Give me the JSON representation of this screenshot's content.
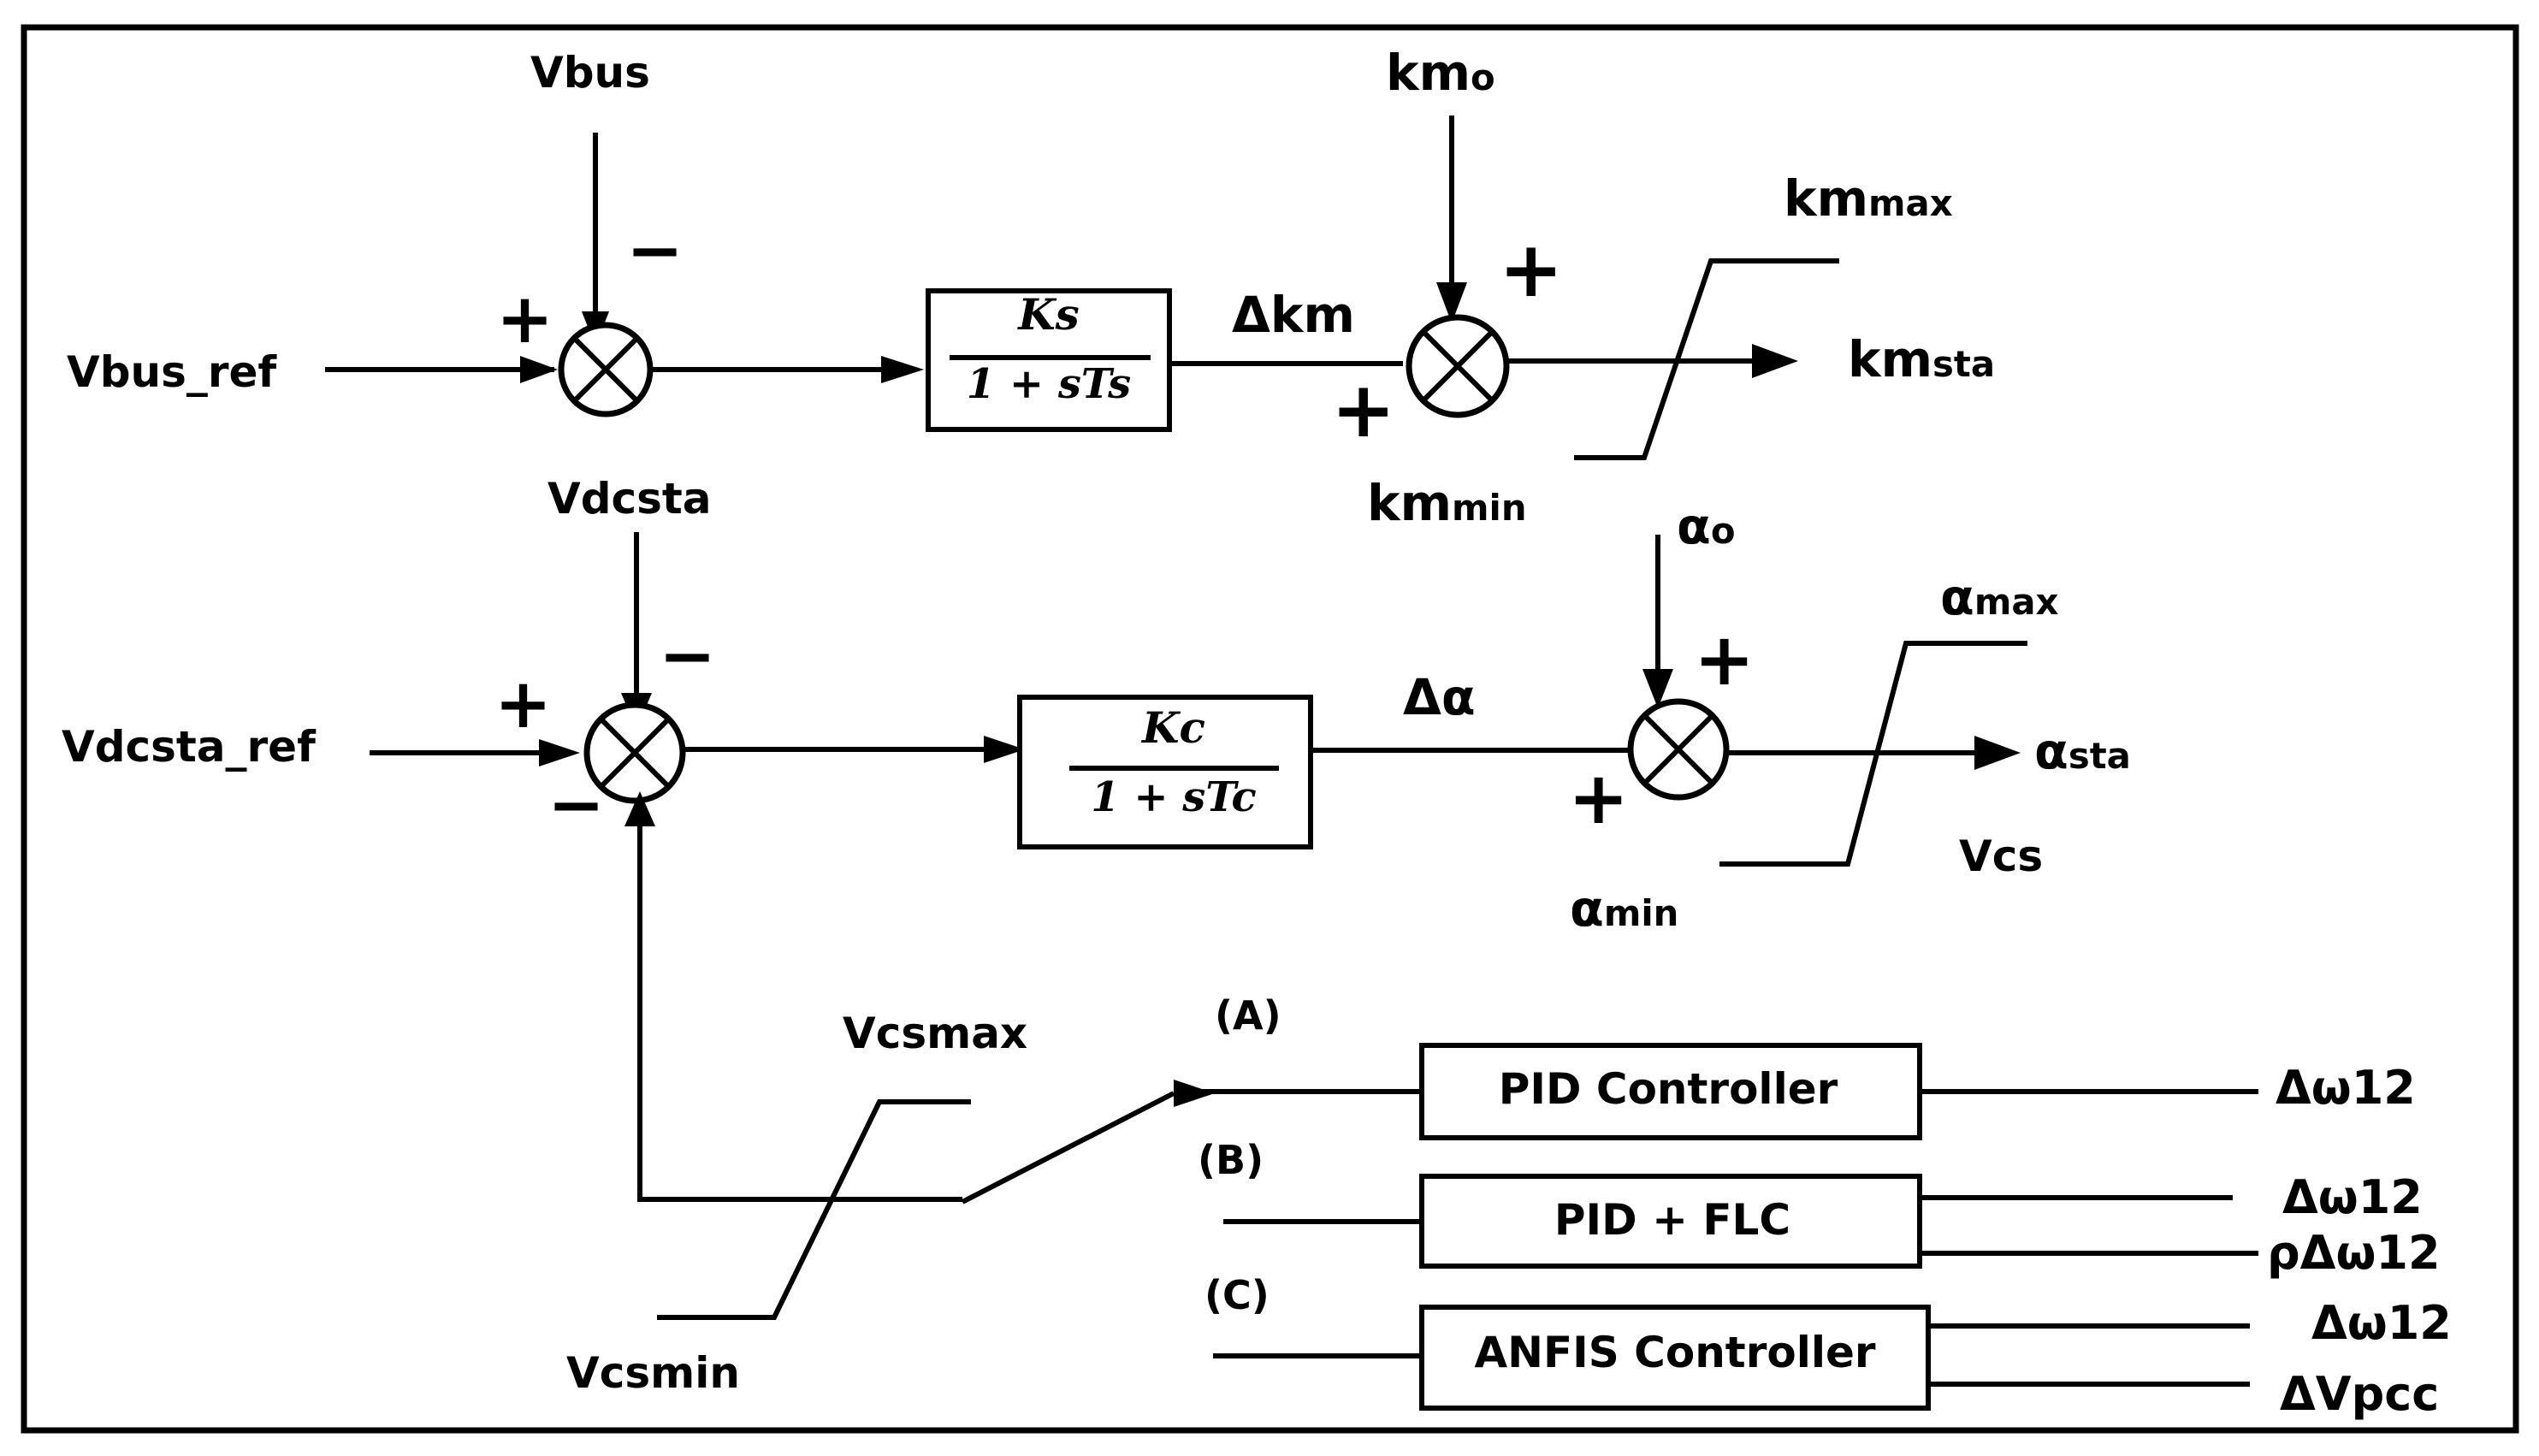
{
  "outer_loop": {
    "input_ref": "Vbus_ref",
    "feedback": "Vbus",
    "block_num": "Ks",
    "block_den": "1 + sTs",
    "delta_label": "Δkm",
    "offset_main": "km",
    "offset_sub": "o",
    "limit_max_main": "km",
    "limit_max_sub": "max",
    "limit_min_main": "km",
    "limit_min_sub": "min",
    "output_main": "km",
    "output_sub": "sta"
  },
  "inner_loop": {
    "input_ref": "Vdcsta_ref",
    "feedback": "Vdcsta",
    "block_num": "Kc",
    "block_den": "1 + sTc",
    "delta_label": "Δα",
    "offset_main": "α",
    "offset_sub": "o",
    "limit_max_main": "α",
    "limit_max_sub": "max",
    "limit_min_main": "α",
    "limit_min_sub": "min",
    "output_main": "α",
    "output_sub": "sta",
    "vcs_label": "Vcs"
  },
  "signs": {
    "plus": "+",
    "minus": "−"
  },
  "limiter_vcs": {
    "max_label": "Vcsmax",
    "min_label": "Vcsmin"
  },
  "controllers": {
    "option_a": "(A)",
    "option_b": "(B)",
    "option_c": "(C)",
    "pid_label": "PID Controller",
    "pidflc_label": "PID + FLC",
    "anfis_label": "ANFIS Controller",
    "pid_out": "Δω12",
    "pidflc_out1": "Δω12",
    "pidflc_out2": "ρΔω12",
    "anfis_out1": "Δω12",
    "anfis_out2": "ΔVpcc"
  }
}
